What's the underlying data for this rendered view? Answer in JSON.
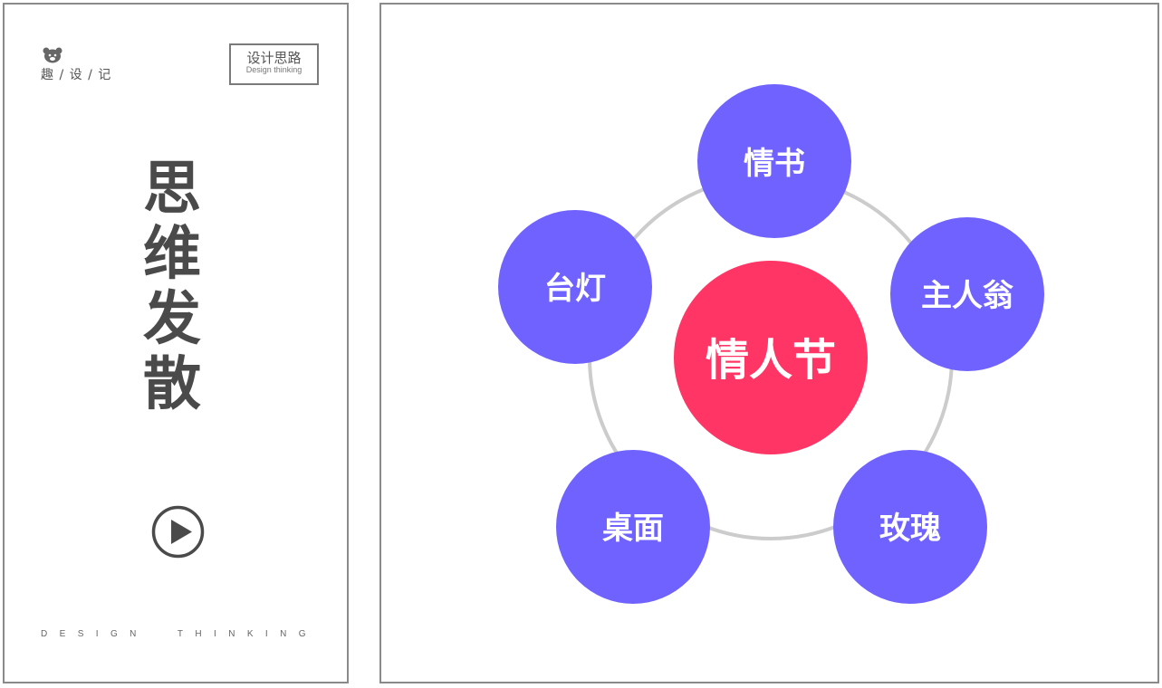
{
  "brand": {
    "logo_icon": "bear-face-icon",
    "name": "趣 / 设 / 记"
  },
  "tag": {
    "title": "设计思路",
    "subtitle": "Design thinking"
  },
  "headline": {
    "chars": [
      "思",
      "维",
      "发",
      "散"
    ]
  },
  "play": {
    "icon": "play-circle-icon"
  },
  "footer": {
    "text": "DESIGN  THINKING"
  },
  "diagram": {
    "center": {
      "label": "情人节",
      "color": "#fe3565"
    },
    "satellites": [
      {
        "label": "情书",
        "color": "#6f62ff"
      },
      {
        "label": "主人翁",
        "color": "#6f62ff"
      },
      {
        "label": "玫瑰",
        "color": "#6f62ff"
      },
      {
        "label": "桌面",
        "color": "#6f62ff"
      },
      {
        "label": "台灯",
        "color": "#6f62ff"
      }
    ],
    "ring_color": "#cccccc"
  }
}
